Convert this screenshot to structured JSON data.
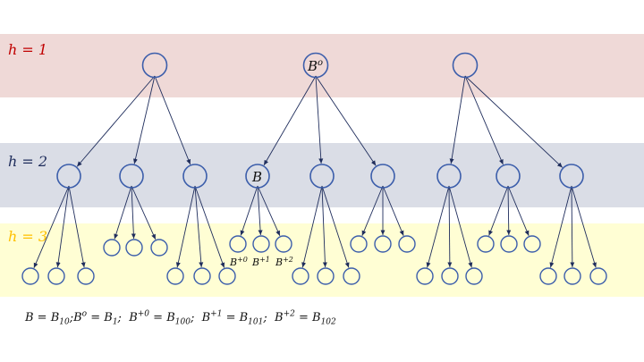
{
  "colors": {
    "band_h1": "#efd9d7",
    "band_h2": "#dadde6",
    "band_h3": "#fffed4",
    "label_h1": "#c00000",
    "label_h2": "#1f2d5c",
    "label_h3": "#ffc000",
    "node_stroke": "#3c5eab",
    "edge": "#1f2d5c"
  },
  "levels": [
    {
      "id": "h1",
      "label": "h = 1"
    },
    {
      "id": "h2",
      "label": "h = 2"
    },
    {
      "id": "h3",
      "label": "h = 3"
    }
  ],
  "node_labels": {
    "root_b1": "B",
    "root_b1_sup": "o",
    "node_b10": "B"
  },
  "child_labels": [
    {
      "base": "B",
      "sup": "+0"
    },
    {
      "base": "B",
      "sup": "+1"
    },
    {
      "base": "B",
      "sup": "+2"
    }
  ],
  "legend": [
    {
      "lhs": "B",
      "lhs_sup": "",
      "rhs": "B",
      "rhs_sub": "10"
    },
    {
      "lhs": "B",
      "lhs_sup": "o",
      "rhs": "B",
      "rhs_sub": "1"
    },
    {
      "lhs": "B",
      "lhs_sup": "+0",
      "rhs": "B",
      "rhs_sub": "100"
    },
    {
      "lhs": "B",
      "lhs_sup": "+1",
      "rhs": "B",
      "rhs_sub": "101"
    },
    {
      "lhs": "B",
      "lhs_sup": "+2",
      "rhs": "B",
      "rhs_sub": "102"
    }
  ]
}
